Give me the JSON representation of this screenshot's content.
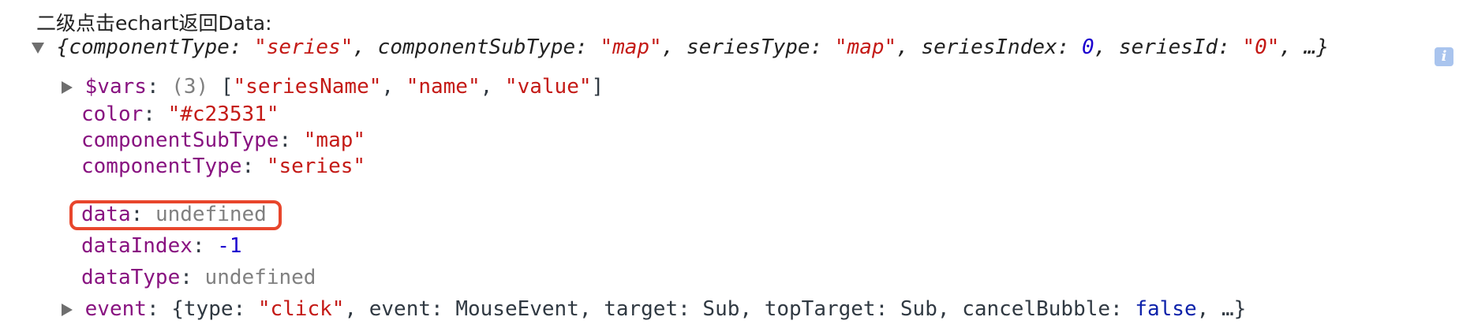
{
  "heading": "二级点击echart返回Data:",
  "summary": {
    "open_brace": "{",
    "k1": "componentType",
    "v1": "\"series\"",
    "k2": "componentSubType",
    "v2": "\"map\"",
    "k3": "seriesType",
    "v3": "\"map\"",
    "k4": "seriesIndex",
    "v4": "0",
    "k5": "seriesId",
    "v5": "\"0\"",
    "tail": "…}"
  },
  "vars": {
    "key": "$vars",
    "count": "(3)",
    "open_bracket": "[",
    "items": [
      "\"seriesName\"",
      "\"name\"",
      "\"value\""
    ],
    "close_bracket": "]"
  },
  "props": [
    {
      "key": "color",
      "value": "\"#c23531\""
    },
    {
      "key": "componentSubType",
      "value": "\"map\""
    },
    {
      "key": "componentType",
      "value": "\"series\""
    },
    {
      "key": "data",
      "value": "undefined"
    },
    {
      "key": "dataIndex",
      "value": "-1"
    },
    {
      "key": "dataType",
      "value": "undefined"
    }
  ],
  "event": {
    "key": "event",
    "open_brace": "{",
    "k1": "type",
    "v1": "\"click\"",
    "k2": "event",
    "v2": "MouseEvent",
    "k3": "target",
    "v3": "Sub",
    "k4": "topTarget",
    "v4": "Sub",
    "k5": "cancelBubble",
    "v5": "false",
    "tail": "…}"
  },
  "info_icon_glyph": "i",
  "colors": {
    "string": "#c41a16",
    "number": "#1c00cf",
    "property": "#881280",
    "undefined": "#808080",
    "highlight": "#e8462c"
  },
  "icons": [
    "expand-triangle-icon",
    "collapse-triangle-icon",
    "info-icon"
  ]
}
